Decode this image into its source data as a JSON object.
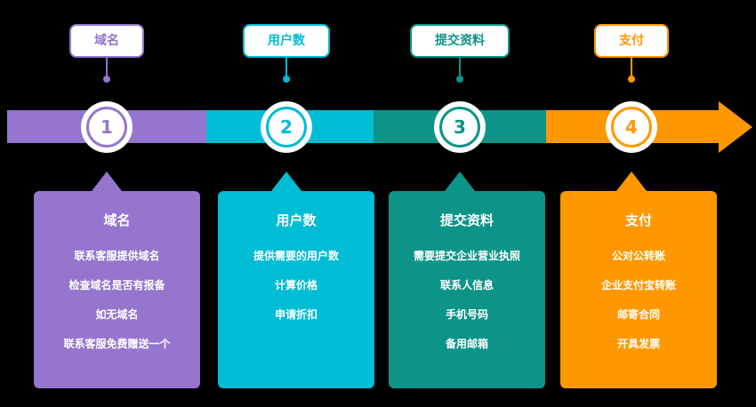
{
  "background_color": "#000000",
  "steps": [
    {
      "number": "1",
      "label": "域名",
      "card_title": "域名",
      "items": [
        "联系客服提供域名",
        "检查域名是否有报备",
        "如无域名",
        "联系客服免费赠送一个"
      ],
      "color": "#9575CD"
    },
    {
      "number": "2",
      "label": "用户数",
      "card_title": "用户数",
      "items": [
        "提供需要的用户数",
        "计算价格",
        "申请折扣"
      ],
      "color": "#00BCD4"
    },
    {
      "number": "3",
      "label": "提交资料",
      "card_title": "提交资料",
      "items": [
        "需要提交企业营业执照",
        "联系人信息",
        "手机号码",
        "备用邮箱"
      ],
      "color": "#0D9488"
    },
    {
      "number": "4",
      "label": "支付",
      "card_title": "支付",
      "items": [
        "公对公转账",
        "企业支付宝转账",
        "邮寄合同",
        "开具发票"
      ],
      "color": "#FF9800"
    }
  ]
}
